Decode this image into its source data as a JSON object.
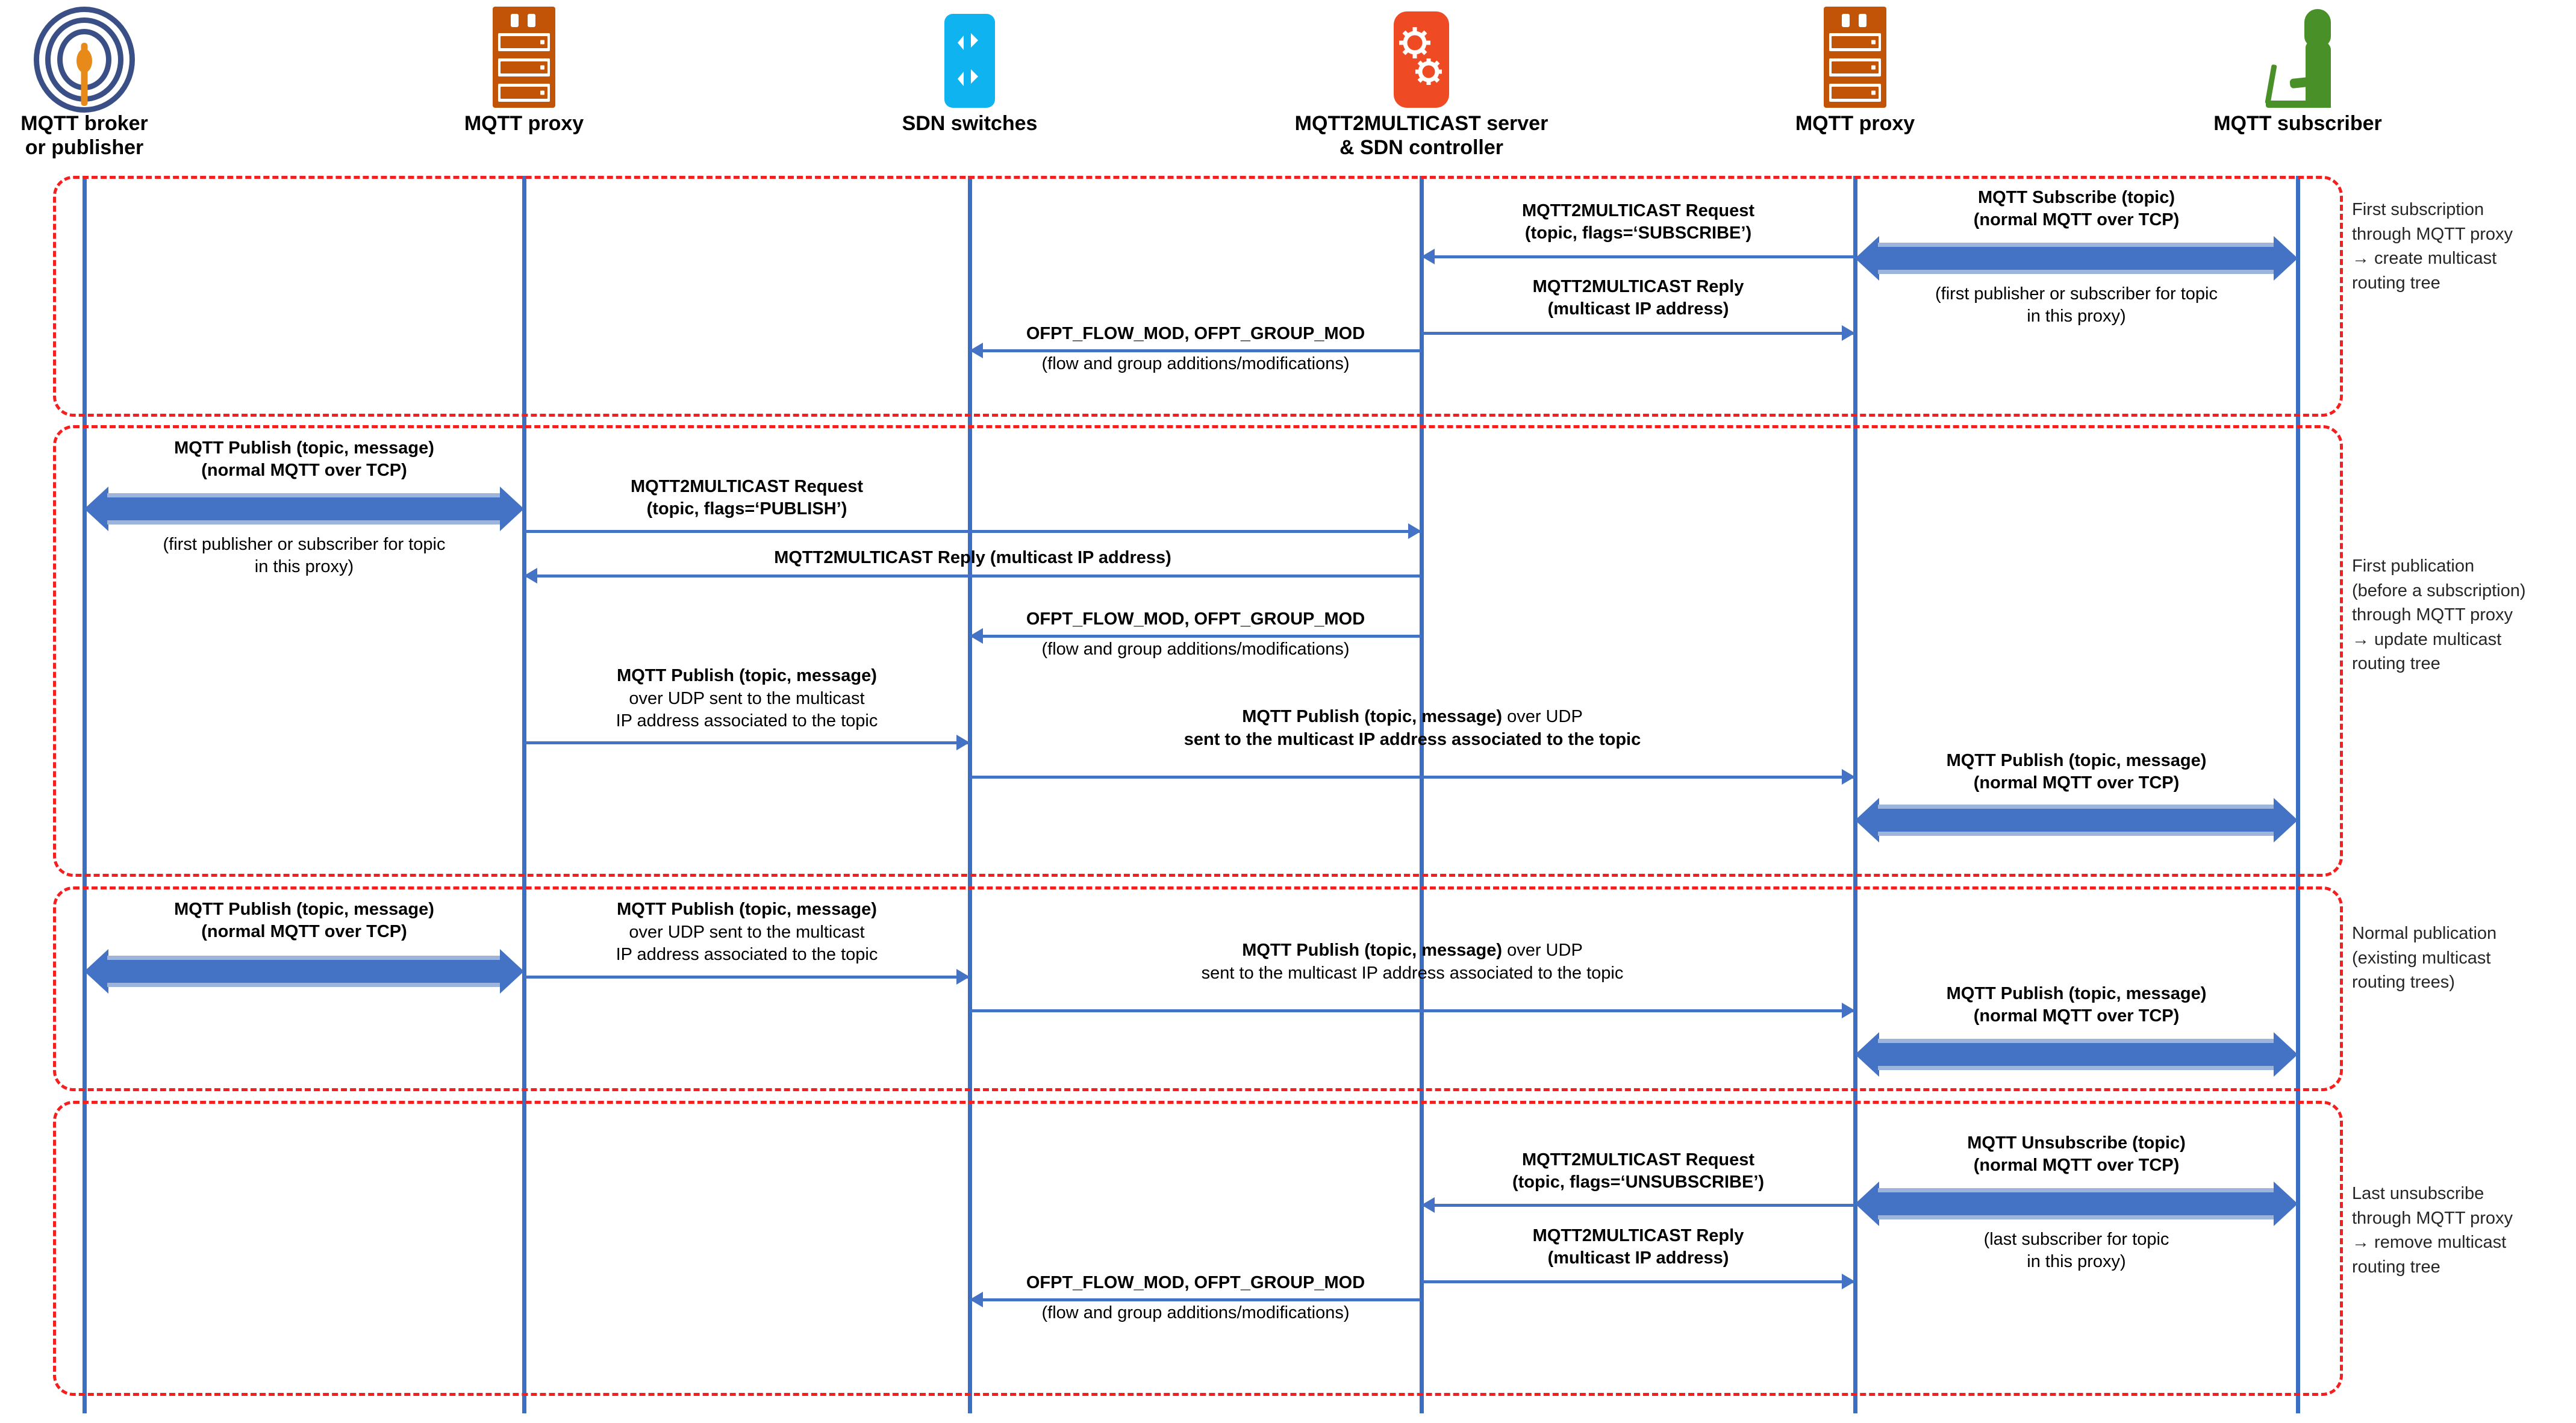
{
  "diagram": {
    "title": "MQTT2MULTICAST sequence diagram",
    "colors": {
      "lifeline": "#3a6fc4",
      "thin_arrow": "#4472c4",
      "block_arrow": "#4472c4",
      "phase_border": "#f51f1f",
      "server_icon": "#c25408",
      "switch_icon": "#0fb3f0",
      "gear_icon": "#ee4a23",
      "person_icon": "#4a9028",
      "wifi_icon": "#3b4f87"
    }
  },
  "actors": [
    {
      "id": "broker",
      "icon": "wifi-broadcast-icon",
      "label": "MQTT broker\nor publisher"
    },
    {
      "id": "proxy_left",
      "icon": "server-rack-icon",
      "label": "MQTT proxy"
    },
    {
      "id": "switches",
      "icon": "network-switch-icon",
      "label": "SDN switches"
    },
    {
      "id": "server",
      "icon": "gears-icon",
      "label": "MQTT2MULTICAST server\n& SDN controller"
    },
    {
      "id": "proxy_right",
      "icon": "server-rack-icon",
      "label": "MQTT proxy"
    },
    {
      "id": "subscriber",
      "icon": "person-laptop-icon",
      "label": "MQTT subscriber"
    }
  ],
  "phases": [
    {
      "id": "p1",
      "note": "First subscription\nthrough MQTT proxy\n→ create multicast\n   routing tree"
    },
    {
      "id": "p2",
      "note": "First publication\n(before a subscription)\nthrough MQTT proxy\n→ update multicast\n   routing tree"
    },
    {
      "id": "p3",
      "note": "Normal publication\n(existing multicast\nrouting trees)"
    },
    {
      "id": "p4",
      "note": "Last unsubscribe\nthrough MQTT proxy\n→ remove multicast\n   routing tree"
    }
  ],
  "messages": {
    "m1_subscribe_bold": "MQTT Subscribe (topic)\n(normal MQTT over TCP)",
    "m1_subscribe_sub": "(first publisher or subscriber for topic\nin this proxy)",
    "m1_request": "MQTT2MULTICAST Request\n(topic, flags=‘SUBSCRIBE’)",
    "m1_reply": "MQTT2MULTICAST Reply\n(multicast IP address)",
    "flowmod_bold": "OFPT_FLOW_MOD, OFPT_GROUP_MOD",
    "flowmod_sub": "(flow and group additions/modifications)",
    "m2_publish_bold": "MQTT Publish (topic, message)\n(normal MQTT over TCP)",
    "m2_publish_sub": "(first publisher or subscriber for topic\nin this proxy)",
    "m2_request": "MQTT2MULTICAST Request\n(topic, flags=‘PUBLISH’)",
    "m2_reply": "MQTT2MULTICAST Reply (multicast IP address)",
    "m2_udp_short_bold": "MQTT Publish (topic, message)",
    "m2_udp_short_sub": "over UDP sent to the multicast\nIP address  associated to the topic",
    "m2_udp_long_bold": "MQTT Publish (topic, message)",
    "m2_udp_long_bold2": " over UDP",
    "m2_udp_long_sub": "sent to the multicast IP address associated to the topic",
    "m2_deliver_bold": "MQTT Publish (topic, message)\n(normal MQTT over TCP)",
    "m3_publish_bold": "MQTT Publish (topic, message)\n(normal MQTT over TCP)",
    "m3_udp_short_bold": "MQTT Publish (topic, message)",
    "m3_udp_short_sub": "over UDP sent to the multicast\nIP address  associated to the topic",
    "m3_udp_long_bold": "MQTT Publish (topic, message)",
    "m3_udp_long_bold2": " over UDP",
    "m3_udp_long_sub": "sent to the multicast IP address associated to the topic",
    "m3_deliver_bold": "MQTT Publish (topic, message)\n(normal MQTT over TCP)",
    "m4_unsub_bold": "MQTT Unsubscribe (topic)\n(normal MQTT over TCP)",
    "m4_unsub_sub": "(last subscriber for topic\nin this proxy)",
    "m4_request": "MQTT2MULTICAST Request\n(topic, flags=‘UNSUBSCRIBE’)",
    "m4_reply": "MQTT2MULTICAST Reply\n(multicast IP address)"
  }
}
